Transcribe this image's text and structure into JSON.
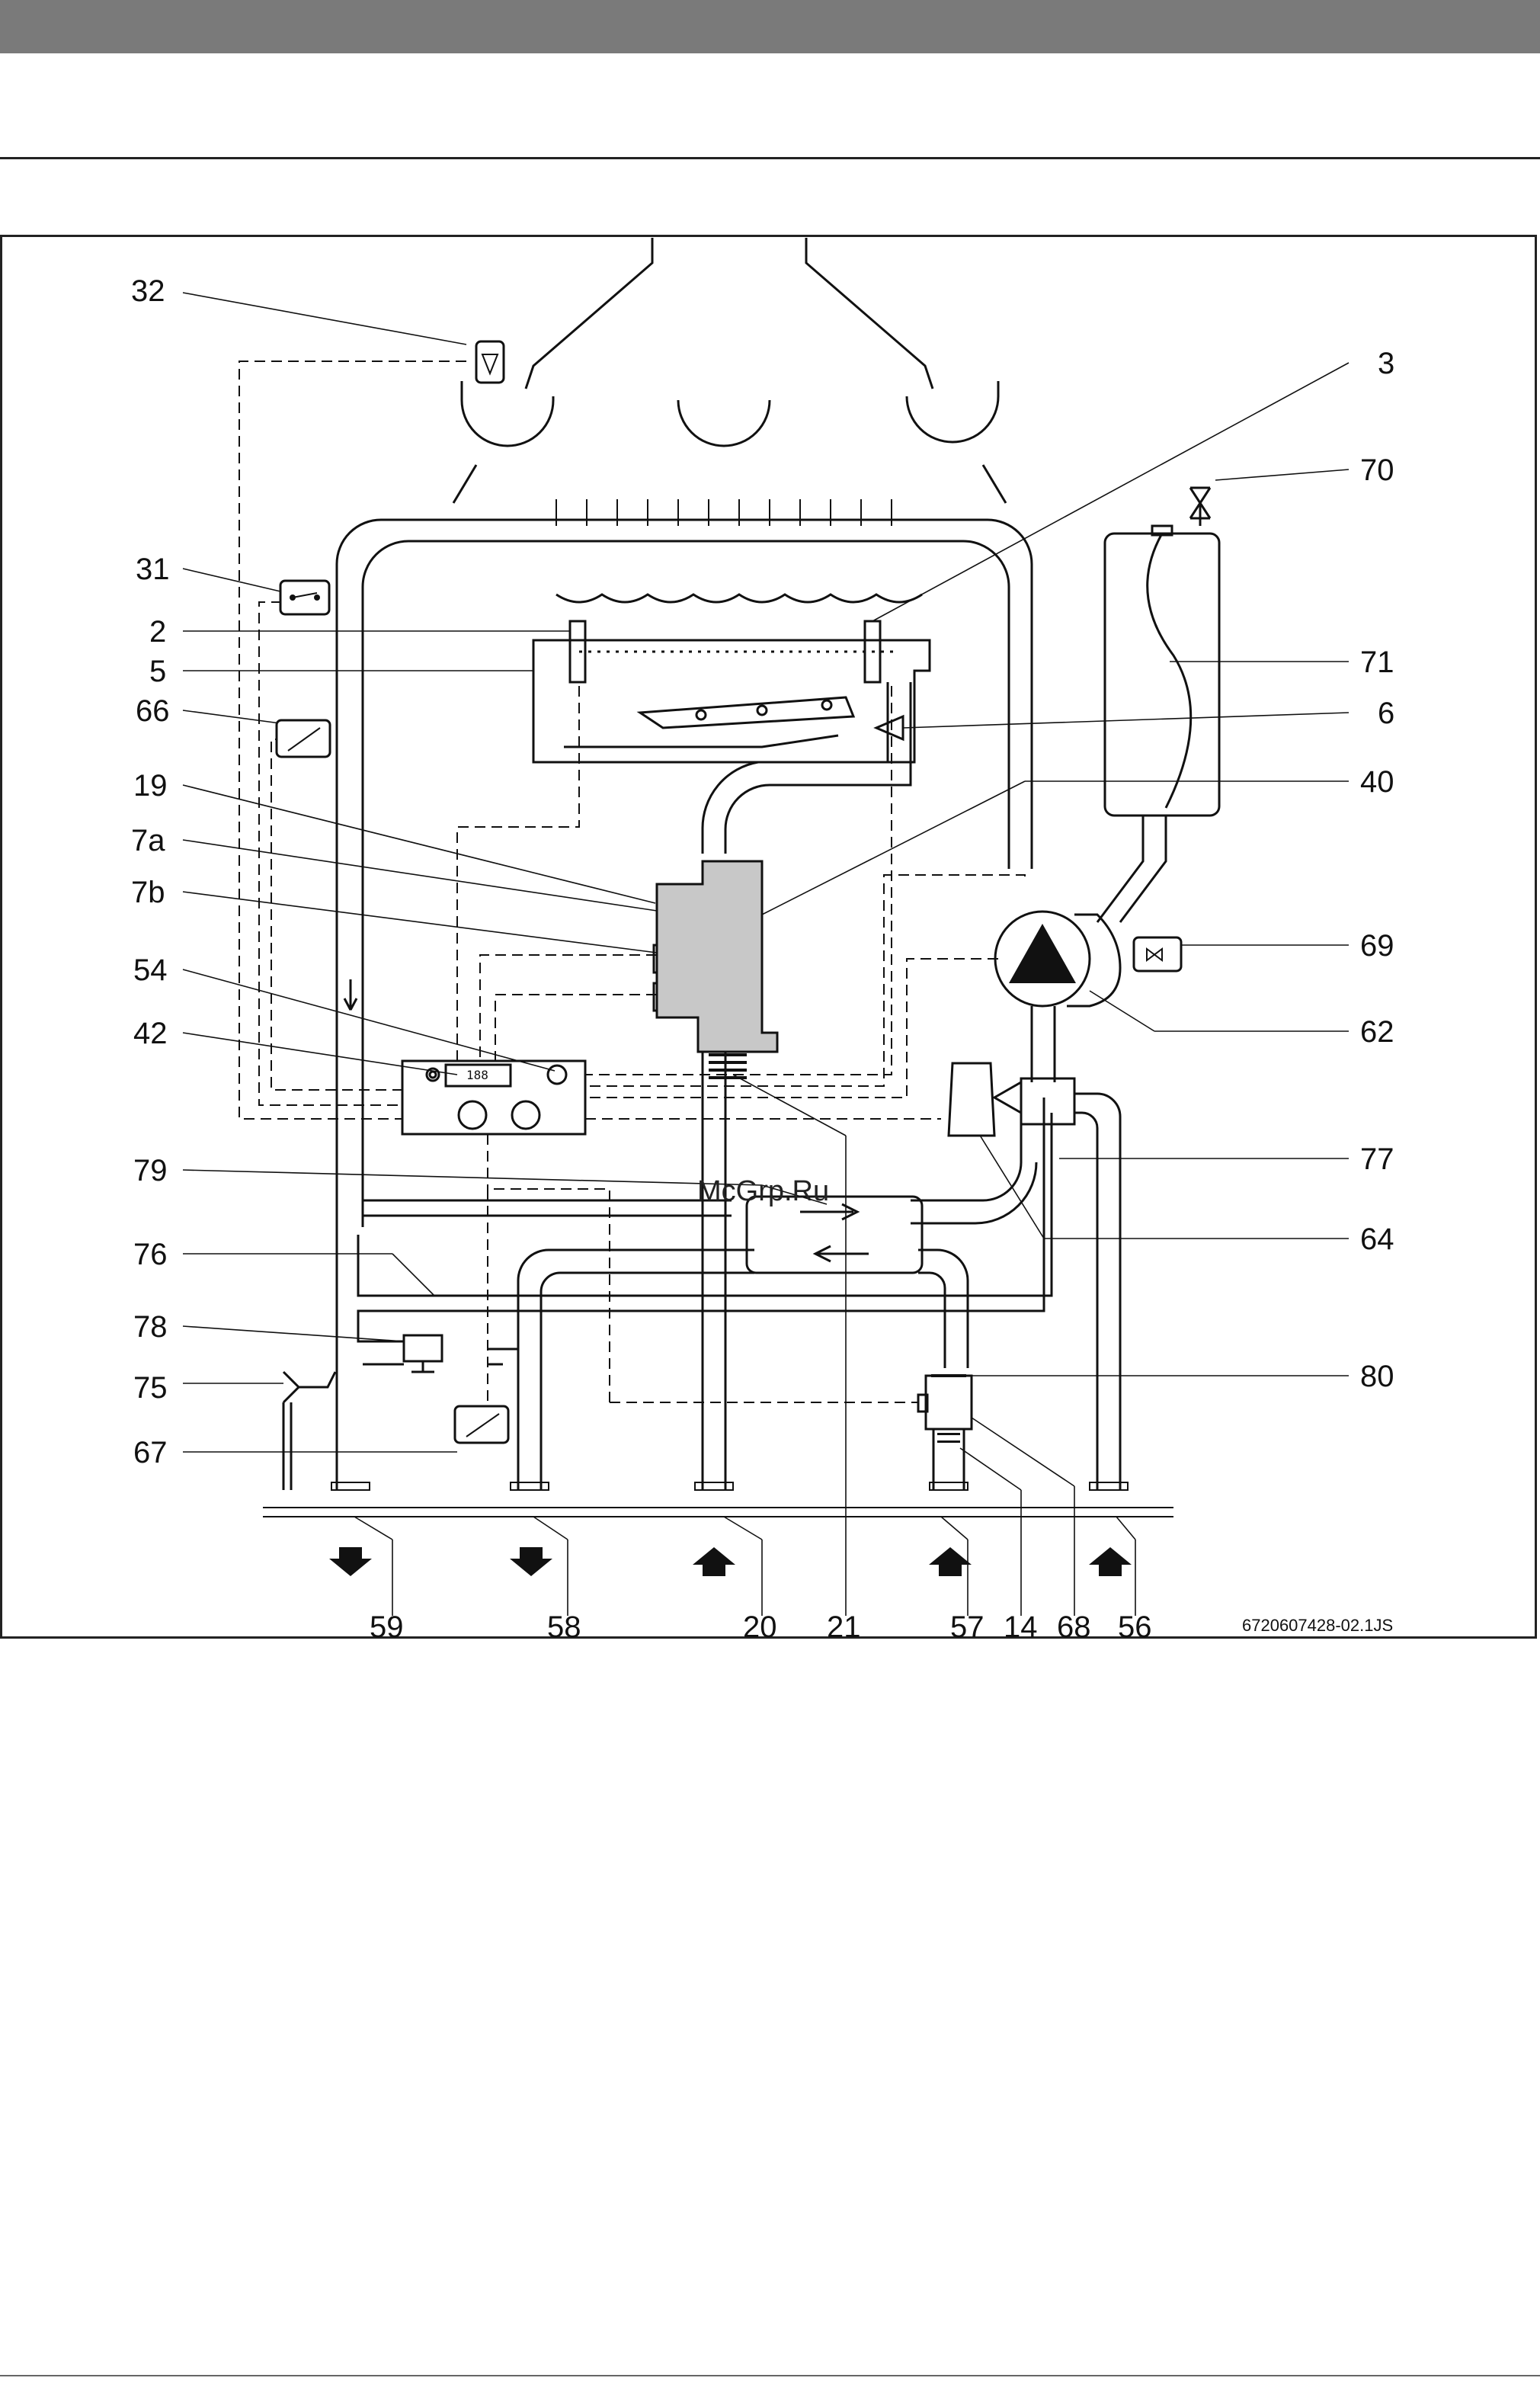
{
  "callouts_left": [
    {
      "id": "32",
      "text": "32"
    },
    {
      "id": "31",
      "text": "31"
    },
    {
      "id": "2",
      "text": "2"
    },
    {
      "id": "5",
      "text": "5"
    },
    {
      "id": "66",
      "text": "66"
    },
    {
      "id": "19",
      "text": "19"
    },
    {
      "id": "7a",
      "text": "7a"
    },
    {
      "id": "7b",
      "text": "7b"
    },
    {
      "id": "54",
      "text": "54"
    },
    {
      "id": "42",
      "text": "42"
    },
    {
      "id": "79",
      "text": "79"
    },
    {
      "id": "76",
      "text": "76"
    },
    {
      "id": "78",
      "text": "78"
    },
    {
      "id": "75",
      "text": "75"
    },
    {
      "id": "67",
      "text": "67"
    }
  ],
  "callouts_right": [
    {
      "id": "3",
      "text": "3"
    },
    {
      "id": "70",
      "text": "70"
    },
    {
      "id": "71",
      "text": "71"
    },
    {
      "id": "6",
      "text": "6"
    },
    {
      "id": "40",
      "text": "40"
    },
    {
      "id": "69",
      "text": "69"
    },
    {
      "id": "62",
      "text": "62"
    },
    {
      "id": "77",
      "text": "77"
    },
    {
      "id": "64",
      "text": "64"
    },
    {
      "id": "80",
      "text": "80"
    }
  ],
  "callouts_bottom": [
    {
      "id": "59",
      "text": "59"
    },
    {
      "id": "58",
      "text": "58"
    },
    {
      "id": "20",
      "text": "20"
    },
    {
      "id": "21",
      "text": "21"
    },
    {
      "id": "57",
      "text": "57"
    },
    {
      "id": "14",
      "text": "14"
    },
    {
      "id": "68",
      "text": "68"
    },
    {
      "id": "56",
      "text": "56"
    }
  ],
  "drawing_code": "6720607428-02.1JS",
  "watermark": "McGrp.Ru",
  "display_readout": "188",
  "colors": {
    "line": "#111111",
    "fill_grey": "#c8c8c8",
    "header_bar": "#7a7a7a"
  }
}
